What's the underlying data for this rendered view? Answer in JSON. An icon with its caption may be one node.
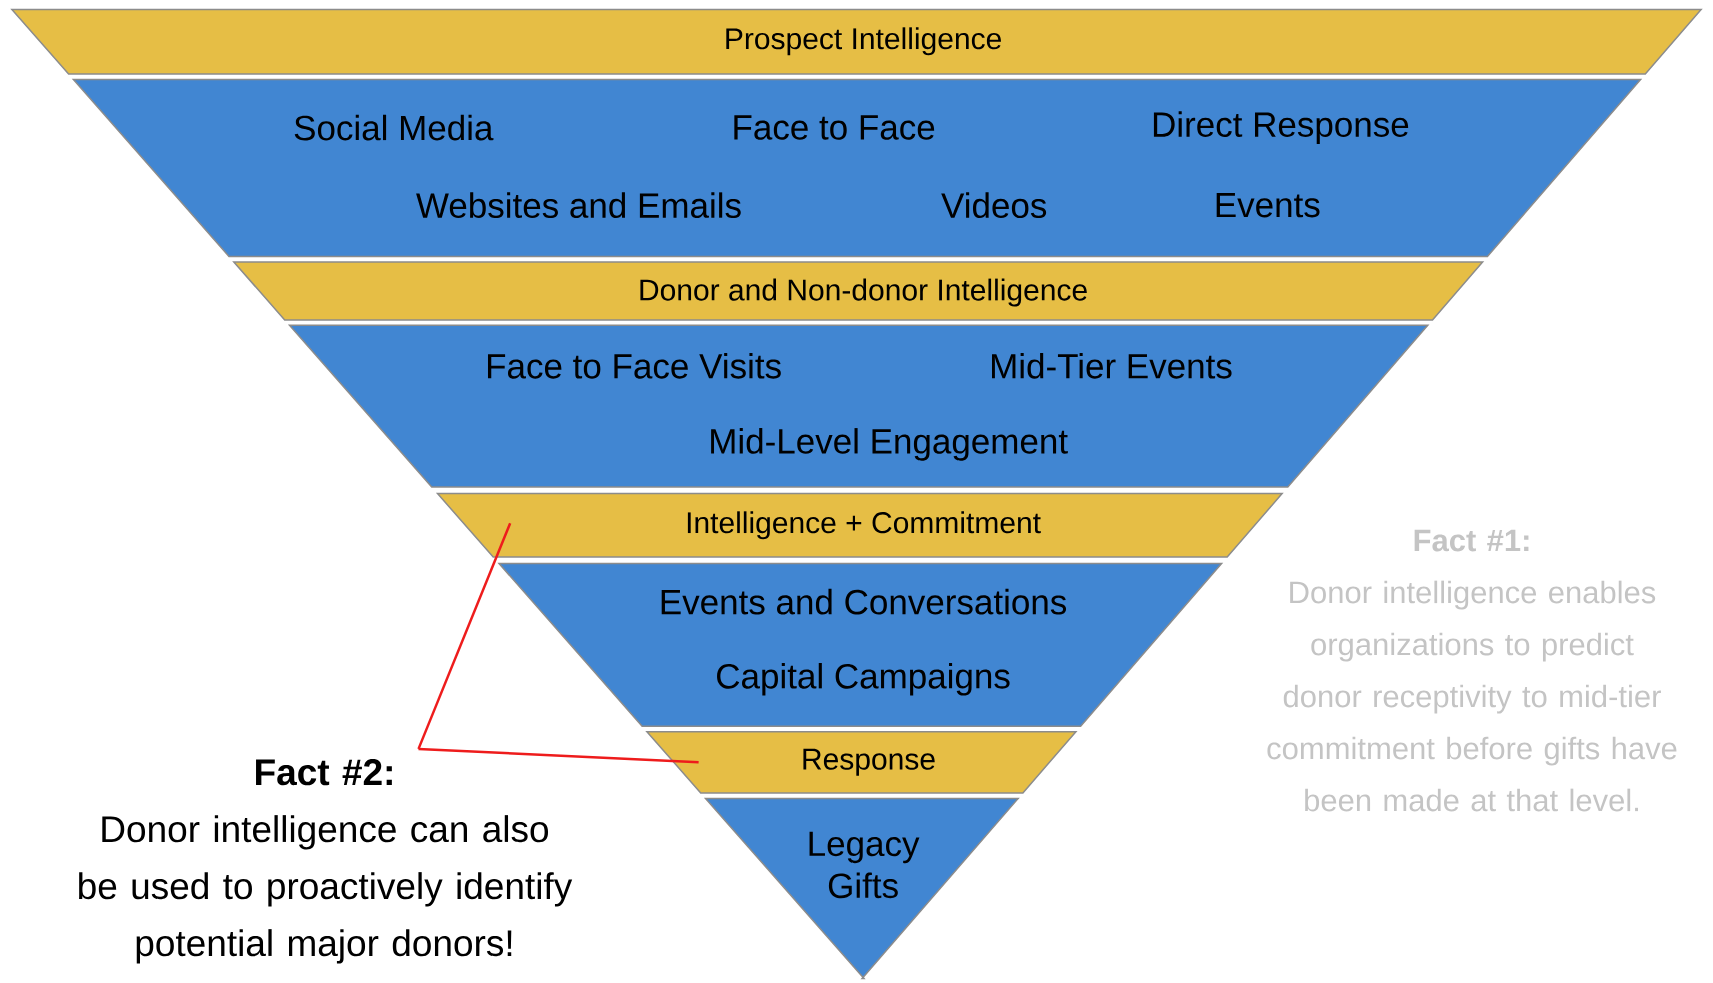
{
  "diagram": {
    "nodes": [
      {
        "text": [
          "Prospect Intelligence"
        ]
      },
      {
        "text": [
          "Social Media",
          "Face to Face",
          "Direct Response",
          "Websites and Emails",
          "Videos",
          "Events"
        ]
      },
      {
        "text": [
          "Donor and Non-donor Intelligence"
        ]
      },
      {
        "text": [
          "Face to Face Visits",
          "Mid-Tier Events",
          "Mid-Level Engagement"
        ]
      },
      {
        "text": [
          "Intelligence + Commitment"
        ]
      },
      {
        "text": [
          "Events and Conversations",
          "Capital Campaigns"
        ]
      },
      {
        "text": [
          "Response"
        ]
      },
      {
        "text": [
          "Legacy Gifts"
        ]
      },
      {
        "text": [
          "Fact #2:",
          "Donor intelligence can also be used to proactively identify potential major donors!"
        ]
      }
    ],
    "edges": [
      {
        "from": 8,
        "to": 6,
        "arrow": "none"
      },
      {
        "from": 8,
        "to": 4,
        "arrow": "none"
      }
    ],
    "labels": [
      "Fact #1:",
      "Donor intelligence enables organizations to predict donor receptivity to mid-tier commitment before gifts have been made at that level."
    ]
  }
}
